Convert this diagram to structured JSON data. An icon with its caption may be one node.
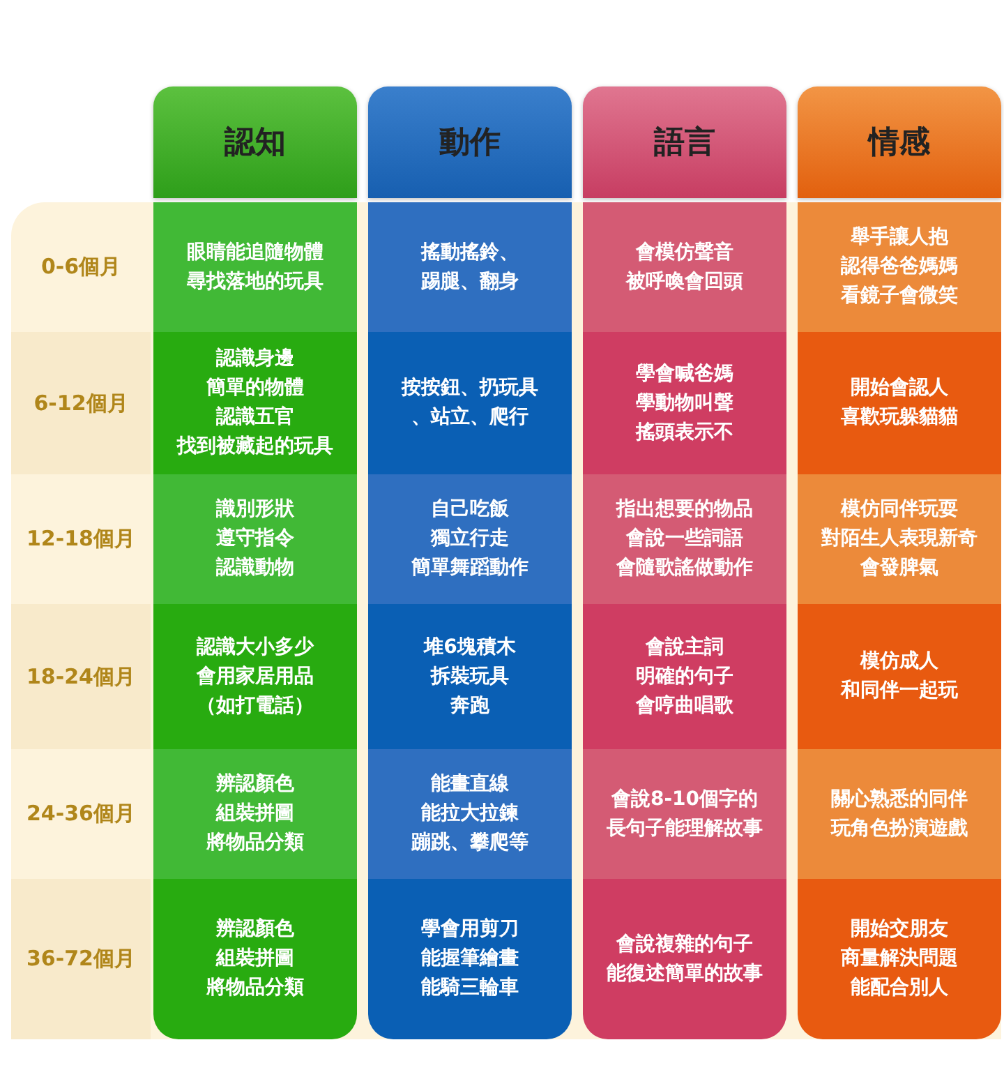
{
  "diagram": {
    "labels": [
      "認知",
      "動作",
      "語言",
      "情感",
      "0-6個月",
      "眼睛能追隨物體尋找落地的玩具",
      "搖動搖鈴、踢腿、翻身",
      "會模仿聲音被呼喚會回頭",
      "舉手讓人抱認得爸爸媽媽看鏡子會微笑",
      "6-12個月",
      "認識身邊簡單的物體認識五官找到被藏起的玩具",
      "按按鈕、扔玩具、站立、爬行",
      "學會喊爸媽學動物叫聲搖頭表示不",
      "開始會認人喜歡玩躲貓貓",
      "12-18個月",
      "識別形狀遵守指令認識動物",
      "自己吃飯獨立行走簡單舞蹈動作",
      "指出想要的物品會說一些詞語會隨歌謠做動作",
      "模仿同伴玩耍對陌生人表現新奇會發脾氣",
      "18-24個月",
      "認識大小多少會用家居用品（如打電話）",
      "堆6塊積木拆裝玩具奔跑",
      "會說主詞明確的句子會哼曲唱歌",
      "模仿成人和同伴一起玩",
      "24-36個月",
      "辨認顏色組裝拼圖將物品分類",
      "能畫直線能拉大拉鍊蹦跳、攀爬等",
      "會說8-10個字的長句子能理解故事",
      "關心熟悉的同伴玩角色扮演遊戲",
      "36-72個月",
      "辨認顏色組裝拼圖將物品分類",
      "學會用剪刀能握筆繪畫能騎三輪車",
      "會說複雜的句子能復述簡單的故事",
      "開始交朋友商量解決問題能配合別人"
    ]
  }
}
